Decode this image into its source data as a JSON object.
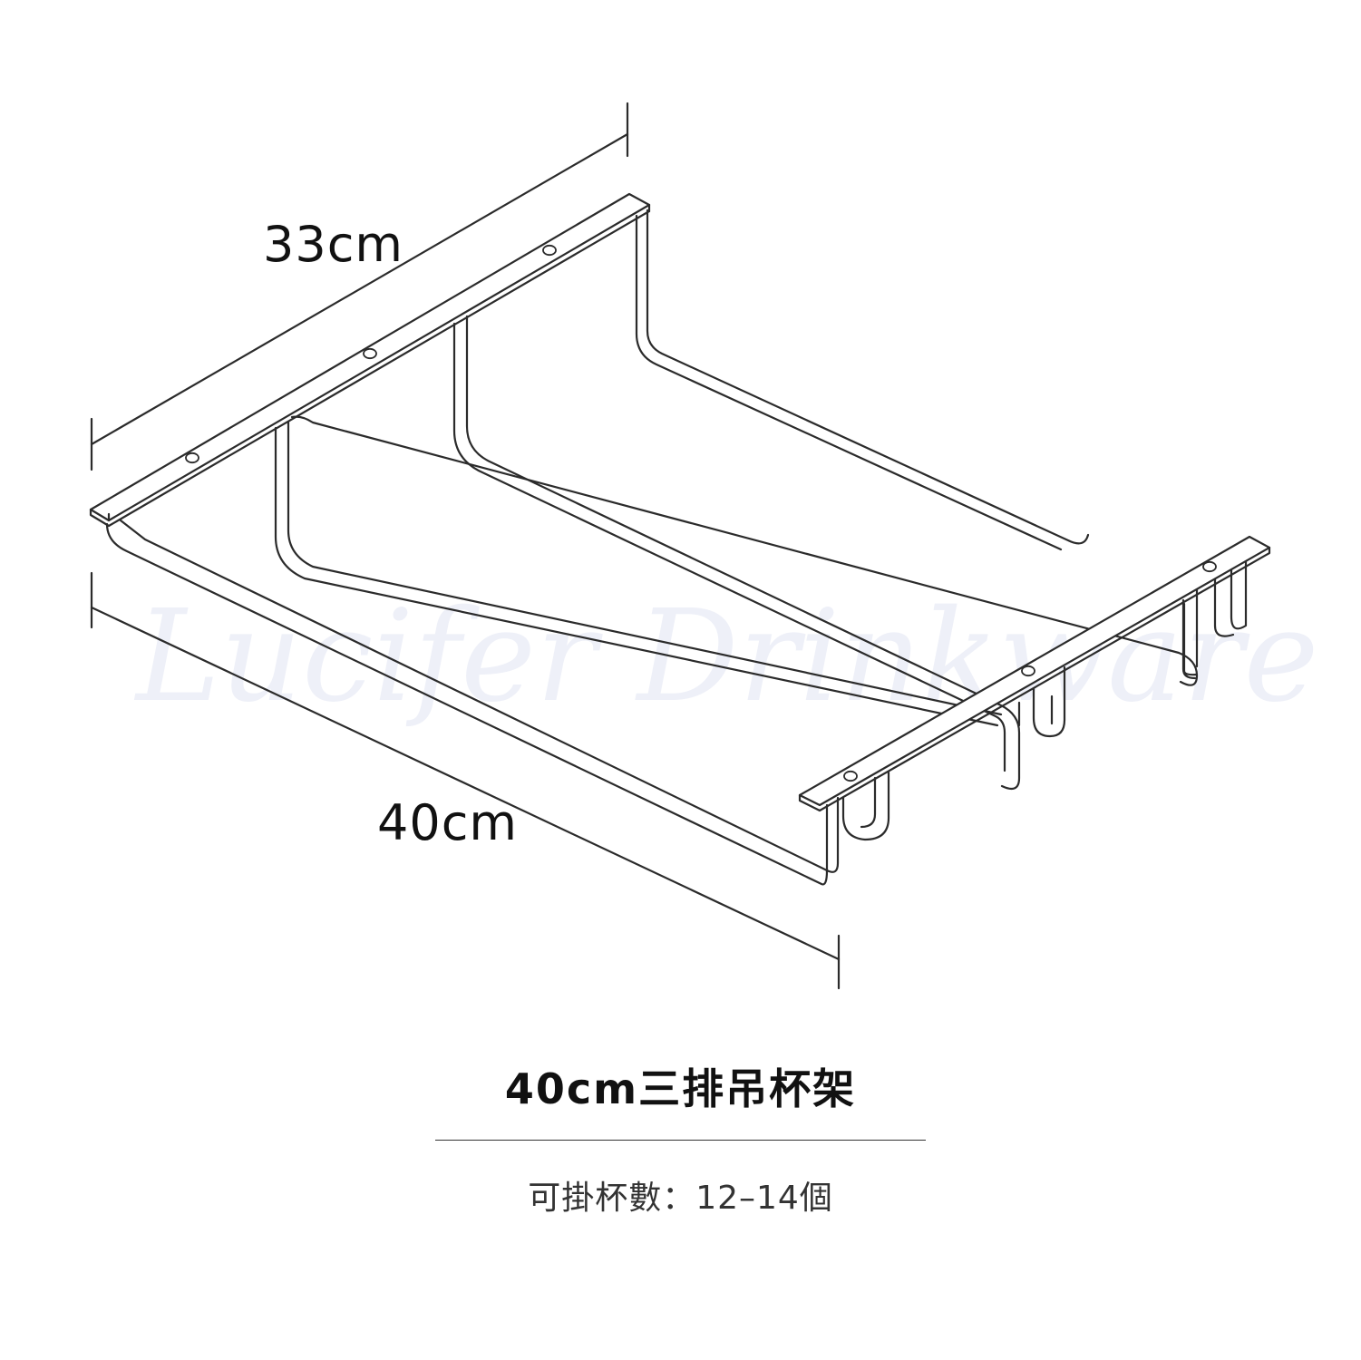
{
  "dimensions": {
    "width_label": "33cm",
    "length_label": "40cm"
  },
  "watermark": "Lucifer Drinkware",
  "product": {
    "title": "40cm三排吊杯架",
    "capacity": "可掛杯數：12–14個"
  },
  "colors": {
    "line": "#2b2b2b",
    "text": "#111111",
    "watermark": "#eef0f8",
    "background": "#ffffff"
  }
}
